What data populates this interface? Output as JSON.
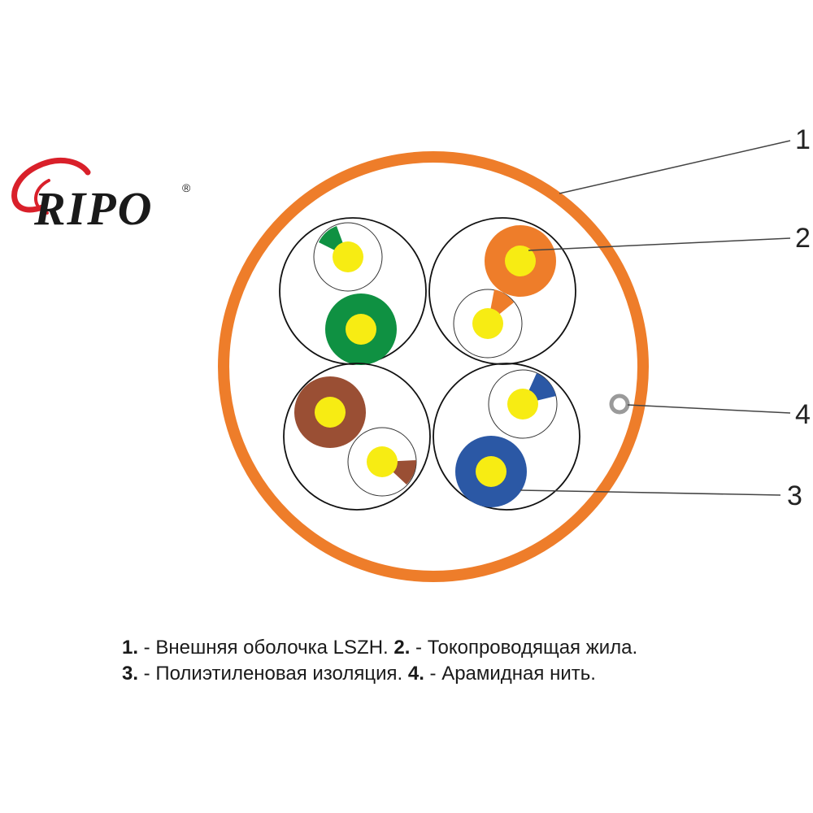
{
  "logo": {
    "text": "RIPO",
    "registered": "®"
  },
  "callouts": [
    {
      "num": "1",
      "target": "outer-sheath"
    },
    {
      "num": "2",
      "target": "conductor"
    },
    {
      "num": "4",
      "target": "aramid-thread"
    },
    {
      "num": "3",
      "target": "insulation"
    }
  ],
  "legend": {
    "line1": [
      {
        "num": "1.",
        "text": " - Внешняя оболочка LSZH. "
      },
      {
        "num": "2.",
        "text": " - Токопроводящая жила."
      }
    ],
    "line2": [
      {
        "num": "3.",
        "text": " - Полиэтиленовая изоляция. "
      },
      {
        "num": "4.",
        "text": " - Арамидная нить."
      }
    ]
  },
  "colors": {
    "sheath": "#ee7d2a",
    "conductor": "#f7ec13",
    "green": "#0f9142",
    "orange": "#ee7d2a",
    "brown": "#9a4f34",
    "blue": "#2b58a5",
    "aramid": "#9a9a9a",
    "logo_red": "#d9202a"
  }
}
